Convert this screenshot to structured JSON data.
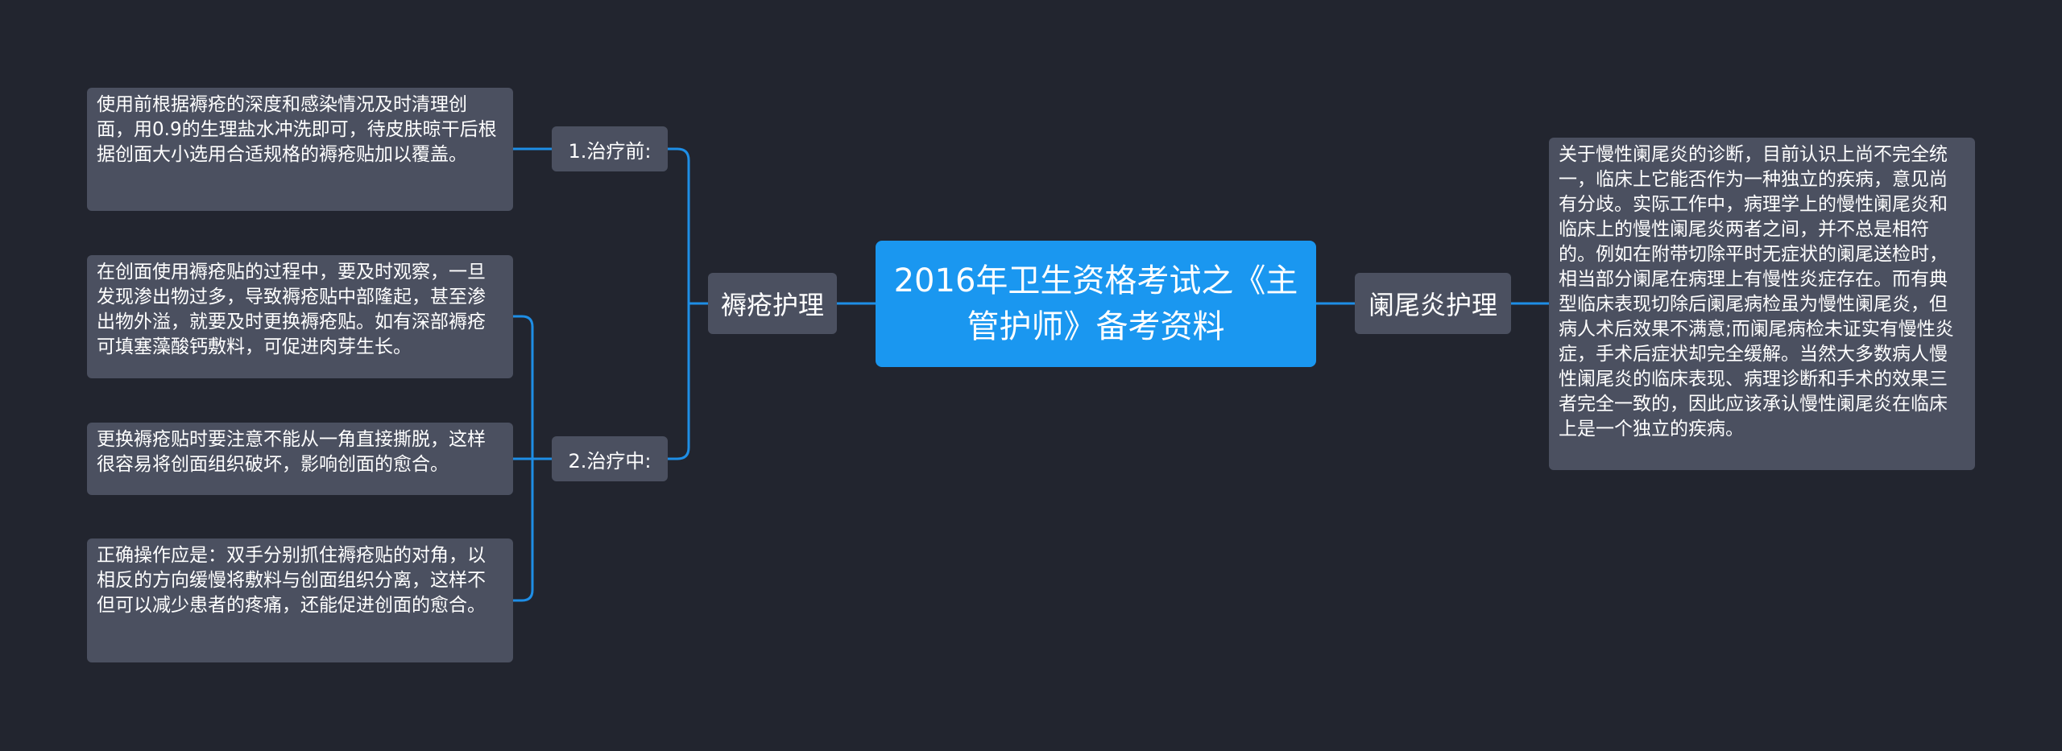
{
  "root": {
    "title": "2016年卫生资格考试之《主管护师》备考资料"
  },
  "branches": {
    "left": {
      "label": "褥疮护理",
      "children": [
        {
          "label": "1.治疗前:",
          "leaves": [
            "使用前根据褥疮的深度和感染情况及时清理创面，用0.9的生理盐水冲洗即可，待皮肤晾干后根据创面大小选用合适规格的褥疮贴加以覆盖。"
          ]
        },
        {
          "label": "2.治疗中:",
          "leaves": [
            "在创面使用褥疮贴的过程中，要及时观察，一旦发现渗出物过多，导致褥疮贴中部隆起，甚至渗出物外溢，就要及时更换褥疮贴。如有深部褥疮可填塞藻酸钙敷料，可促进肉芽生长。",
            "更换褥疮贴时要注意不能从一角直接撕脱，这样很容易将创面组织破坏，影响创面的愈合。",
            "正确操作应是：双手分别抓住褥疮贴的对角，以相反的方向缓慢将敷料与创面组织分离，这样不但可以减少患者的疼痛，还能促进创面的愈合。"
          ]
        }
      ]
    },
    "right": {
      "label": "阑尾炎护理",
      "leaves": [
        "关于慢性阑尾炎的诊断，目前认识上尚不完全统一，临床上它能否作为一种独立的疾病，意见尚有分歧。实际工作中，病理学上的慢性阑尾炎和临床上的慢性阑尾炎两者之间，并不总是相符的。例如在附带切除平时无症状的阑尾送检时，相当部分阑尾在病理上有慢性炎症存在。而有典型临床表现切除后阑尾病检虽为慢性阑尾炎，但病人术后效果不满意;而阑尾病检未证实有慢性炎症，手术后症状却完全缓解。当然大多数病人慢性阑尾炎的临床表现、病理诊断和手术的效果三者完全一致的，因此应该承认慢性阑尾炎在临床上是一个独立的疾病。"
      ]
    }
  },
  "colors": {
    "background": "#22252f",
    "root": "#1a97f0",
    "node": "#4b5060",
    "connector": "#1e8ee6",
    "text": "#ffffff"
  }
}
